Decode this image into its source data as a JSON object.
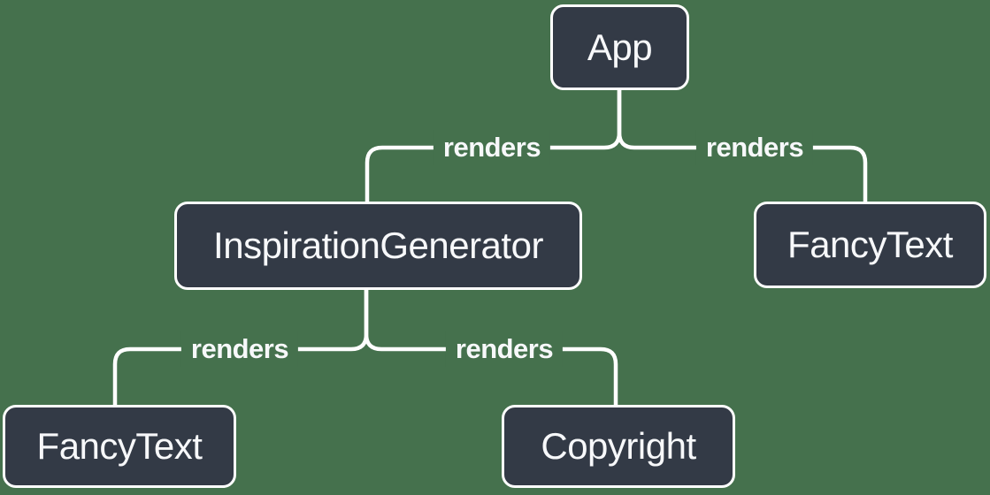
{
  "colors": {
    "background": "#45714D",
    "node_fill": "#333A46",
    "node_border": "#FFFFFF",
    "edge": "#FFFFFF",
    "text": "#F7F8FA"
  },
  "diagram": {
    "type": "render-tree",
    "nodes": [
      {
        "id": "app",
        "label": "App"
      },
      {
        "id": "inspiration-generator",
        "label": "InspirationGenerator"
      },
      {
        "id": "fancy-text-top",
        "label": "FancyText"
      },
      {
        "id": "fancy-text-bottom",
        "label": "FancyText"
      },
      {
        "id": "copyright",
        "label": "Copyright"
      }
    ],
    "edges": [
      {
        "from": "App",
        "to": "InspirationGenerator",
        "label": "renders"
      },
      {
        "from": "App",
        "to": "FancyText",
        "label": "renders"
      },
      {
        "from": "InspirationGenerator",
        "to": "FancyText",
        "label": "renders"
      },
      {
        "from": "InspirationGenerator",
        "to": "Copyright",
        "label": "renders"
      }
    ]
  }
}
